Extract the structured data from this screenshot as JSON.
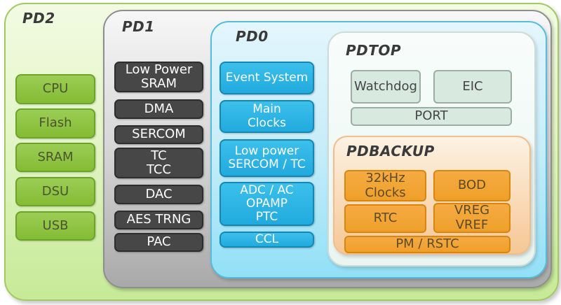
{
  "diagram": {
    "pd2": {
      "label": "PD2",
      "items": [
        "CPU",
        "Flash",
        "SRAM",
        "DSU",
        "USB"
      ]
    },
    "pd1": {
      "label": "PD1",
      "items": [
        [
          "Low Power",
          "SRAM"
        ],
        "DMA",
        "SERCOM",
        [
          "TC",
          "TCC"
        ],
        "DAC",
        "AES TRNG",
        "PAC"
      ]
    },
    "pd0": {
      "label": "PD0",
      "items": [
        "Event System",
        [
          "Main",
          "Clocks"
        ],
        [
          "Low power",
          "SERCOM / TC"
        ],
        [
          "ADC / AC",
          "OPAMP",
          "PTC"
        ],
        "CCL"
      ]
    },
    "pdtop": {
      "label": "PDTOP",
      "items": [
        "Watchdog",
        "EIC",
        "PORT"
      ]
    },
    "pdbackup": {
      "label": "PDBACKUP",
      "items": [
        [
          "32kHz",
          "Clocks"
        ],
        "BOD",
        "RTC",
        [
          "VREG",
          "VREF"
        ],
        "PM / RSTC"
      ]
    }
  },
  "colors": {
    "pd2_fill_top": "#f2fbe2",
    "pd2_fill_bottom": "#c6ea97",
    "pd2_border": "#a2c964",
    "green_block_fill": "#8dc63f",
    "green_block_border": "#6ba32b",
    "green_block_text": "#4a5430",
    "pd1_fill_top": "#f7f7f7",
    "pd1_fill_bottom": "#a9a9a9",
    "pd1_border": "#8e8e8e",
    "dark_block_fill": "#474747",
    "dark_block_border": "#2d2d2d",
    "dark_block_text": "#ffffff",
    "pd0_fill_top": "#e3f6fc",
    "pd0_fill_bottom": "#92e0f6",
    "pd0_border": "#56bbdd",
    "cyan_block_fill": "#29b4e5",
    "cyan_block_border": "#1487b3",
    "cyan_block_text": "#ffffff",
    "pdtop_fill": "#f0f9f5",
    "pdtop_border": "#cfdbd6",
    "sage_block_fill": "#d8e9e0",
    "sage_block_border": "#9cada4",
    "sage_block_text": "#454545",
    "pdbackup_fill_top": "#fdf2e3",
    "pdbackup_fill_bottom": "#f6c795",
    "pdbackup_border": "#f0be8a",
    "orange_block_fill": "#f2a133",
    "orange_block_border": "#d8860e",
    "orange_block_text": "#5d4a28",
    "panel_label_text": "#3a3a3a"
  }
}
